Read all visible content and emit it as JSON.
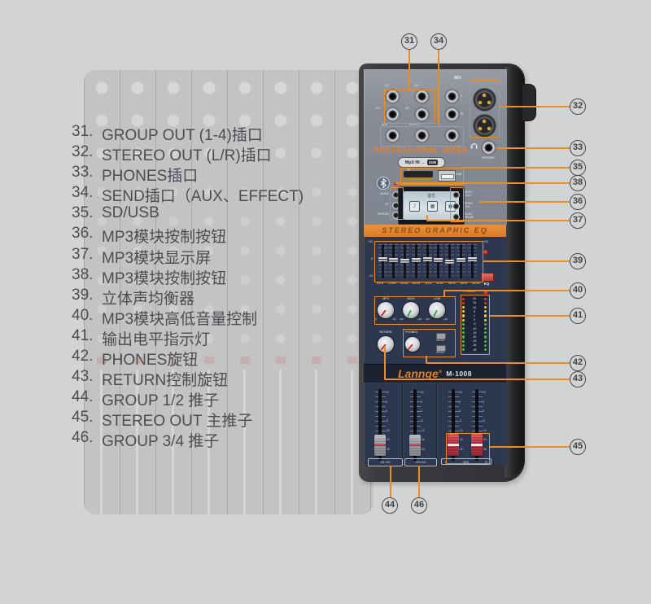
{
  "legend": {
    "items": [
      {
        "num": "31.",
        "text": "GROUP OUT (1-4)插口"
      },
      {
        "num": "32.",
        "text": "STEREO OUT (L/R)插口"
      },
      {
        "num": "33.",
        "text": "PHONES插口"
      },
      {
        "num": "34.",
        "text": "SEND插口（AUX、EFFECT)"
      },
      {
        "num": "35.",
        "text": "SD/USB"
      },
      {
        "num": "36.",
        "text": "MP3模块按制按钮"
      },
      {
        "num": "37.",
        "text": "MP3模块显示屏"
      },
      {
        "num": "38.",
        "text": "MP3模块按制按钮"
      },
      {
        "num": "39.",
        "text": "立体声均衡器"
      },
      {
        "num": "40.",
        "text": "MP3模块高低音量控制"
      },
      {
        "num": "41.",
        "text": "输出电平指示灯"
      },
      {
        "num": "42.",
        "text": "PHONES旋钮"
      },
      {
        "num": "43.",
        "text": "RETURN控制旋钮"
      },
      {
        "num": "44.",
        "text": "GROUP 1/2 推子"
      },
      {
        "num": "45.",
        "text": "STEREO OUT 主推子"
      },
      {
        "num": "46.",
        "text": "GROUP 3/4 推子"
      }
    ]
  },
  "callouts": [
    "31",
    "34",
    "32",
    "33",
    "35",
    "38",
    "36",
    "37",
    "39",
    "40",
    "41",
    "42",
    "43",
    "45",
    "44",
    "46"
  ],
  "panel": {
    "mix_label": "MIX",
    "jack_group_labels": [
      "G1",
      "G3",
      "G2",
      "G4"
    ],
    "mix_jack_labels": [
      "L",
      "R"
    ],
    "send_jack_labels": [
      "AUX",
      "EFFECT"
    ],
    "phones_label": "PHONES",
    "professional_mixer": "PROFESSIONAL MIXER",
    "mp3_badge": "Mp3 IN →",
    "mp3_badge_chip": "USB",
    "tf_label": "TF",
    "usb_label": "USB",
    "left_buttons": [
      "MODE",
      "BT",
      "REPEAT"
    ],
    "right_buttons": [
      [
        "NEXT/",
        "VOL+"
      ],
      [
        "PREV/",
        "VOL-"
      ],
      [
        "PLAY/",
        "PAUSE"
      ]
    ],
    "lcd_caption": "音乐",
    "lcd_icons": {
      "music": "♪",
      "sd": "▦",
      "usb": "▣"
    },
    "eq_banner": "STEREO GRAPHIC EQ",
    "eq_freqs": [
      "60Hz",
      "120Hz",
      "250Hz",
      "400Hz",
      "1KHz",
      "2KHz",
      "4KHz",
      "8KHz",
      "16KHz"
    ],
    "eq_scale": {
      "top": "+12",
      "mid": "0",
      "bottom": "-12"
    },
    "eq_button": "EQ",
    "knob_labels": [
      "MP3",
      "HIGH",
      "LOW"
    ],
    "knob_scale_volume": [
      "0",
      "10"
    ],
    "knob_scale_tone": [
      "-15",
      "+15"
    ],
    "power_label": "POWER",
    "meter_scale": [
      "20",
      "15",
      "10",
      "5",
      "1",
      "0",
      "-5",
      "-10",
      "-15",
      "-20",
      "-25",
      "-30",
      "-35"
    ],
    "return_label": "RETURN",
    "phones_knob_label": "PHONES",
    "group_select_buttons": [
      "G1-G2",
      "G3-G4"
    ],
    "brand": "Lannge",
    "brand_reg": "®",
    "model": "M-1008",
    "fader_scale": [
      "10",
      "5",
      "0",
      "-5",
      "-10",
      "-20",
      "-30"
    ],
    "fader_labels": [
      "G1-G2",
      "G3-G4"
    ],
    "mix_fader_labels": [
      "L",
      "MIX",
      "R"
    ]
  },
  "colors": {
    "accent_orange": "#ec8d20",
    "navy": "#2d3850",
    "banner_orange": "#d97a25",
    "brand_orange": "#e8831f"
  }
}
